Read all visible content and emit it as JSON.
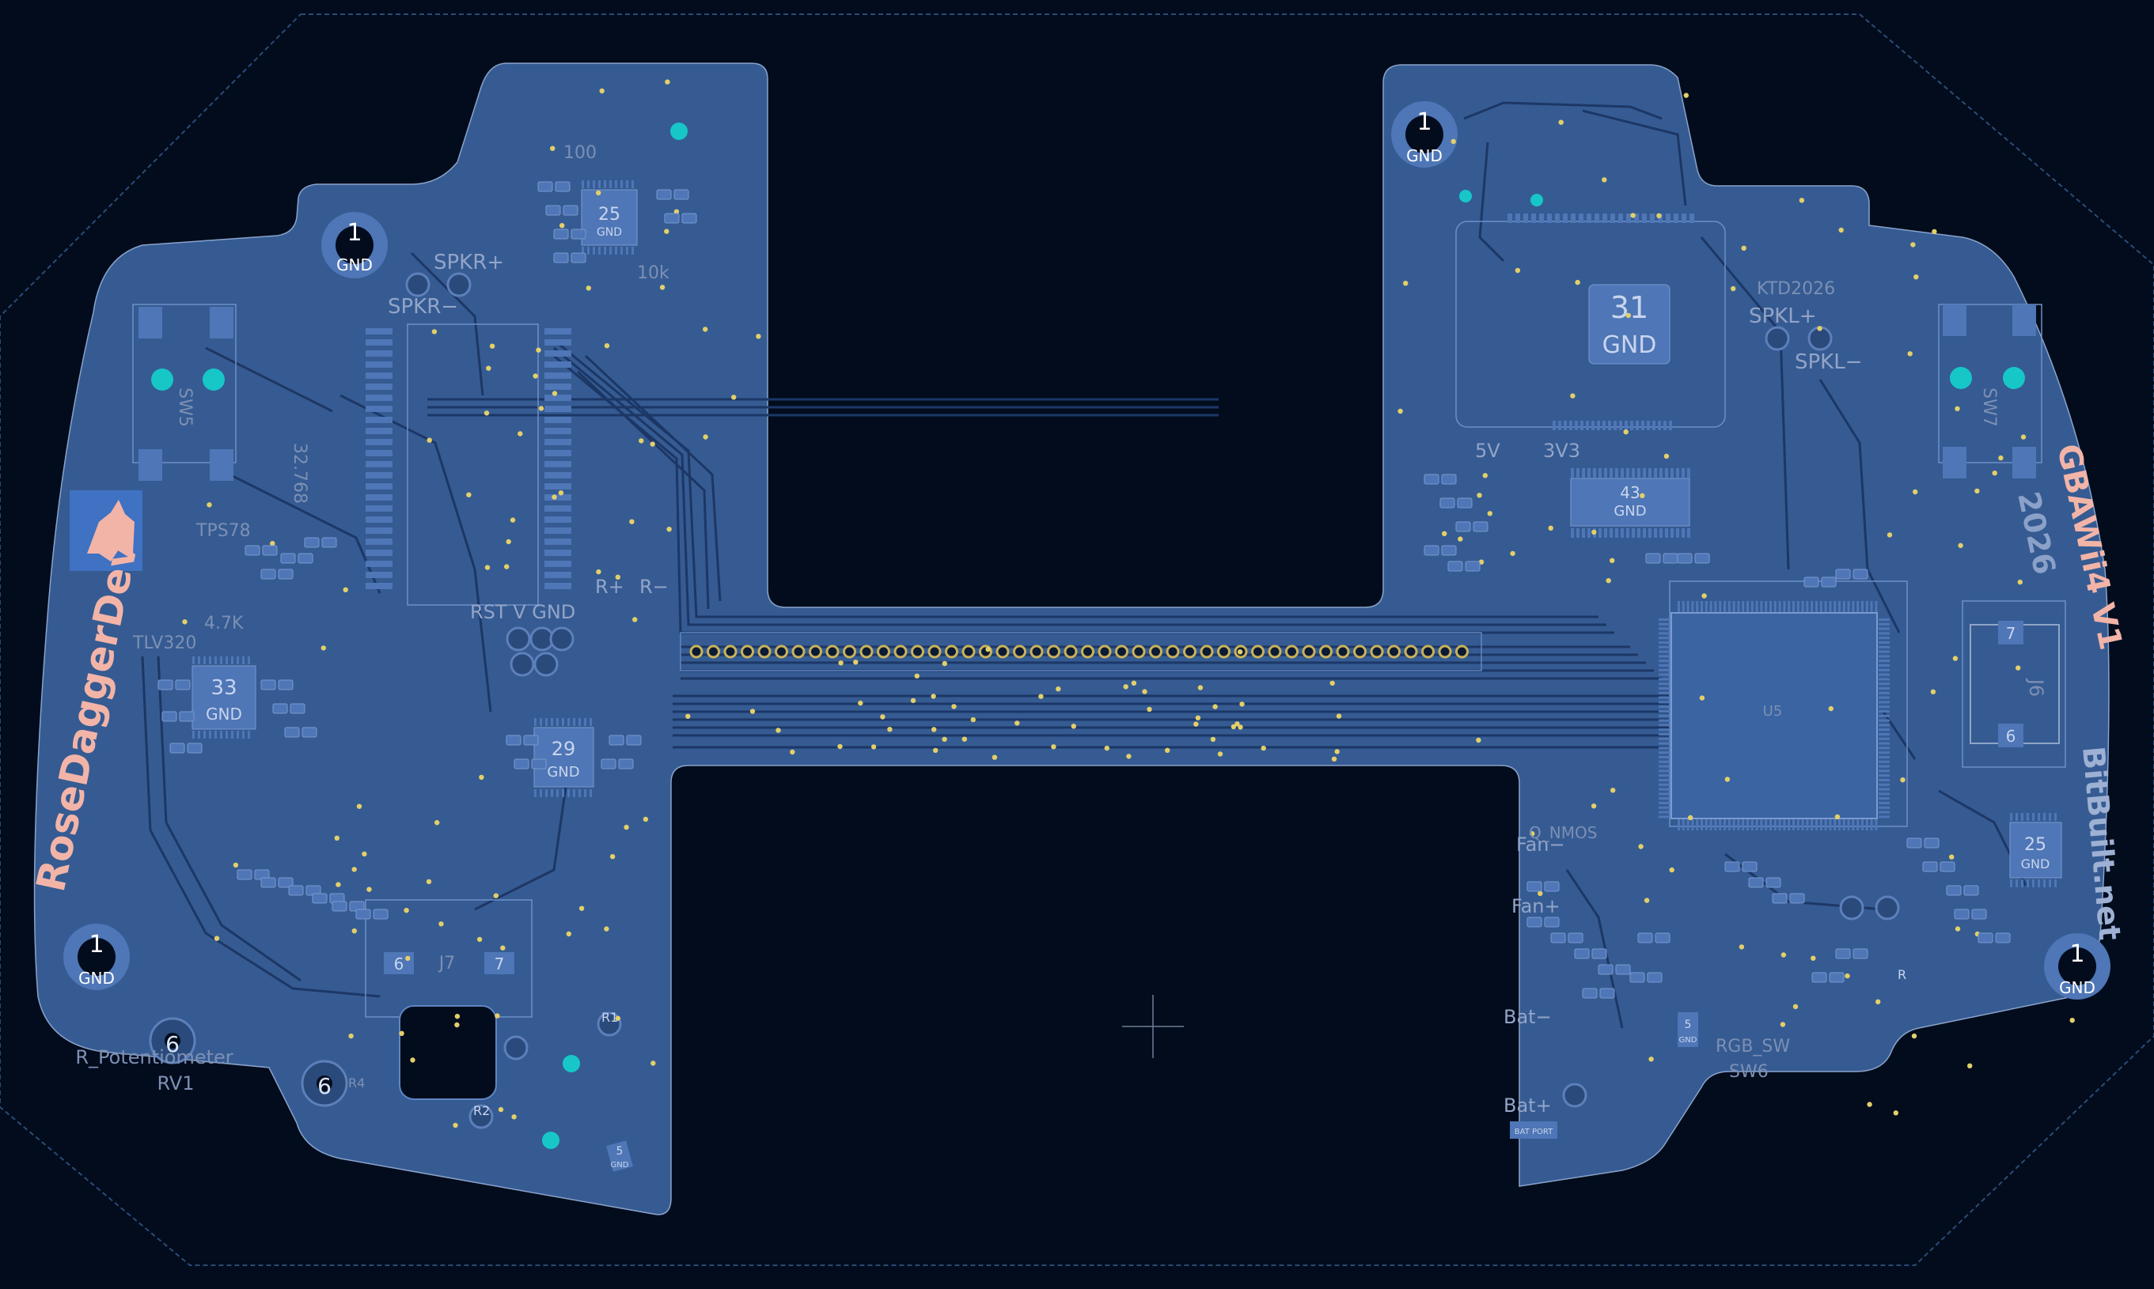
{
  "colors": {
    "background": "#020c1c",
    "board": "#355b92",
    "trace": "#1c3766",
    "pad": "#4f76b6",
    "via": "#e3cf6a",
    "teal": "#17c7c8",
    "silk": "#7d8fb4",
    "logo_text": "#f3b4a8",
    "logo_bg": "#3f72c2"
  },
  "branding": {
    "logo_text": "RoseDaggerDev",
    "project": "GBAWii4 V1",
    "year": "2026",
    "site": "BitBuilt.net"
  },
  "mounting_holes": [
    {
      "num": "1",
      "net": "GND"
    },
    {
      "num": "1",
      "net": "GND"
    },
    {
      "num": "1",
      "net": "GND"
    },
    {
      "num": "1",
      "net": "GND"
    }
  ],
  "ics": [
    {
      "num": "25",
      "net": "GND"
    },
    {
      "num": "33",
      "net": "GND"
    },
    {
      "num": "29",
      "net": "GND"
    },
    {
      "num": "31",
      "net": "GND"
    },
    {
      "num": "43",
      "net": "GND"
    },
    {
      "num": "25",
      "net": "GND"
    }
  ],
  "connectors": {
    "j7_left": "6",
    "j7_right": "7",
    "j7_ref": "J7",
    "j6_top": "7",
    "j6_bottom": "6",
    "j6_ref": "J6",
    "sw_left": "SW5",
    "sw_right": "SW7"
  },
  "pads": {
    "spkr_plus": "SPKR+",
    "spkr_minus": "SPKR−",
    "spkl_plus": "SPKL+",
    "spkl_minus": "SPKL−",
    "r_plus": "R+",
    "r_minus": "R−",
    "rst_v_gnd": "RST V GND",
    "fan_minus": "Fan−",
    "fan_plus": "Fan+",
    "bat_minus": "Bat−",
    "bat_plus": "Bat+",
    "pwr_5v": "5V",
    "pwr_3v3": "3V3",
    "pot_six_a": "6",
    "pot_six_b": "6"
  },
  "silkscreen": {
    "r_potentiometer": "R_Potentiometer",
    "rv1": "RV1",
    "tps78": "TPS78",
    "tlv320": "TLV320",
    "val_4k7": "4.7K",
    "val_10k": "10k",
    "val_100": "100",
    "val_32768": "32.768",
    "sw6": "SW6",
    "rgb_sw": "RGB_SW",
    "u5": "U5",
    "ref_r1": "R1",
    "ref_r2": "R2",
    "ref_r4": "R4",
    "q_nmos": "Q_NMOS",
    "kt_d26": "KTD2026"
  },
  "small_pads": {
    "gnd_5": "5",
    "gnd_label": "GND",
    "bat_port": "BAT PORT",
    "r_label": "R"
  }
}
